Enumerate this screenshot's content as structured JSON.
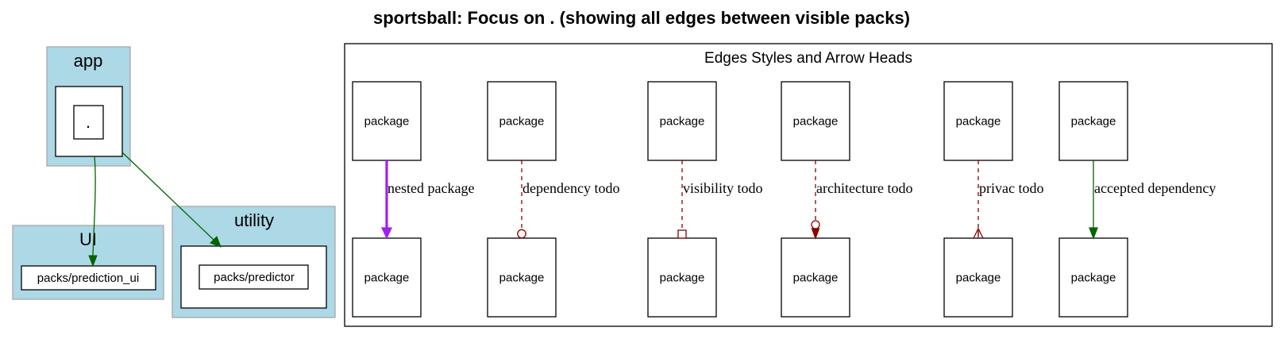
{
  "title": "sportsball: Focus on . (showing all edges between visible packs)",
  "colors": {
    "cluster_fill": "#add8e6",
    "cluster_border": "#a8a8a8",
    "green": "#006400",
    "purple": "#a020f0",
    "maroon": "#8b0000"
  },
  "clusters": {
    "app": {
      "label": "app",
      "focus_label": "."
    },
    "ui": {
      "label": "UI",
      "pack_label": "packs/prediction_ui"
    },
    "utility": {
      "label": "utility",
      "pack_label": "packs/predictor"
    }
  },
  "legend": {
    "title": "Edges Styles and Arrow Heads",
    "node_label": "package",
    "edges": [
      {
        "label": "nested package",
        "style": "solid-thick",
        "arrowhead": "normal",
        "color": "purple"
      },
      {
        "label": "dependency todo",
        "style": "dashed",
        "arrowhead": "odot",
        "color": "maroon"
      },
      {
        "label": "visibility todo",
        "style": "dashed",
        "arrowhead": "obox",
        "color": "maroon"
      },
      {
        "label": "architecture todo",
        "style": "dashed",
        "arrowhead": "normal-odot",
        "color": "maroon"
      },
      {
        "label": "privac todo",
        "style": "dashed",
        "arrowhead": "crow",
        "color": "maroon"
      },
      {
        "label": "accepted dependency",
        "style": "solid",
        "arrowhead": "normal",
        "color": "green"
      }
    ]
  }
}
